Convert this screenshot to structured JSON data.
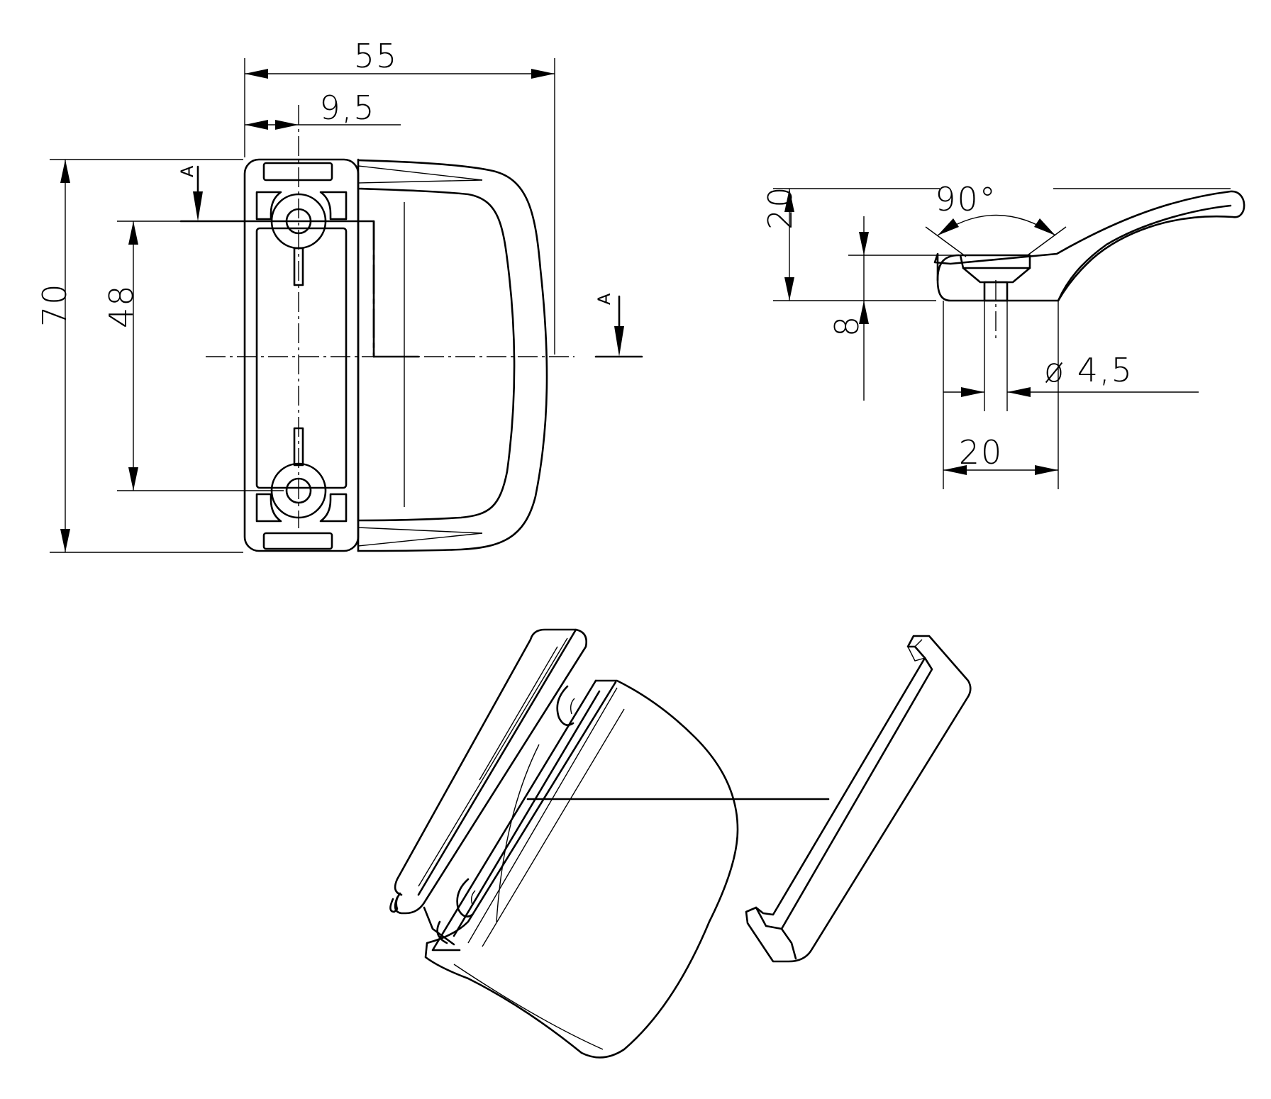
{
  "front_view": {
    "width_overall": "55",
    "offset_to_hole": "9,5",
    "height_overall": "70",
    "hole_spacing": "48",
    "section_label_top": "A",
    "section_label_right": "A"
  },
  "side_view": {
    "angle": "90°",
    "height": "20",
    "base_thickness": "8",
    "bore_diameter": "ø 4,5",
    "base_width": "20"
  }
}
